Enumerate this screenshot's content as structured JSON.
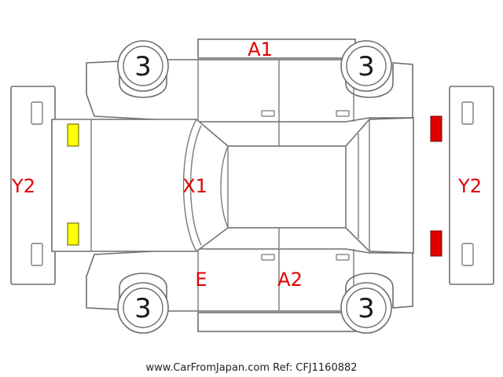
{
  "wheels": {
    "front_left": "3",
    "front_right": "3",
    "rear_left": "3",
    "rear_right": "3"
  },
  "damage_codes": {
    "top_doors": "A1",
    "bottom_door": "A2",
    "bottom_front": "E",
    "windshield": "X1",
    "front_bumper": "Y2",
    "rear_bumper": "Y2"
  },
  "colors": {
    "code_red": "#e00000",
    "headlight_yellow": "#ffff00",
    "taillight_red": "#e00000",
    "outline_gray": "#6e6e6e"
  },
  "footer": {
    "source": "www.CarFromJapan.com Ref: CFJ1160882"
  }
}
